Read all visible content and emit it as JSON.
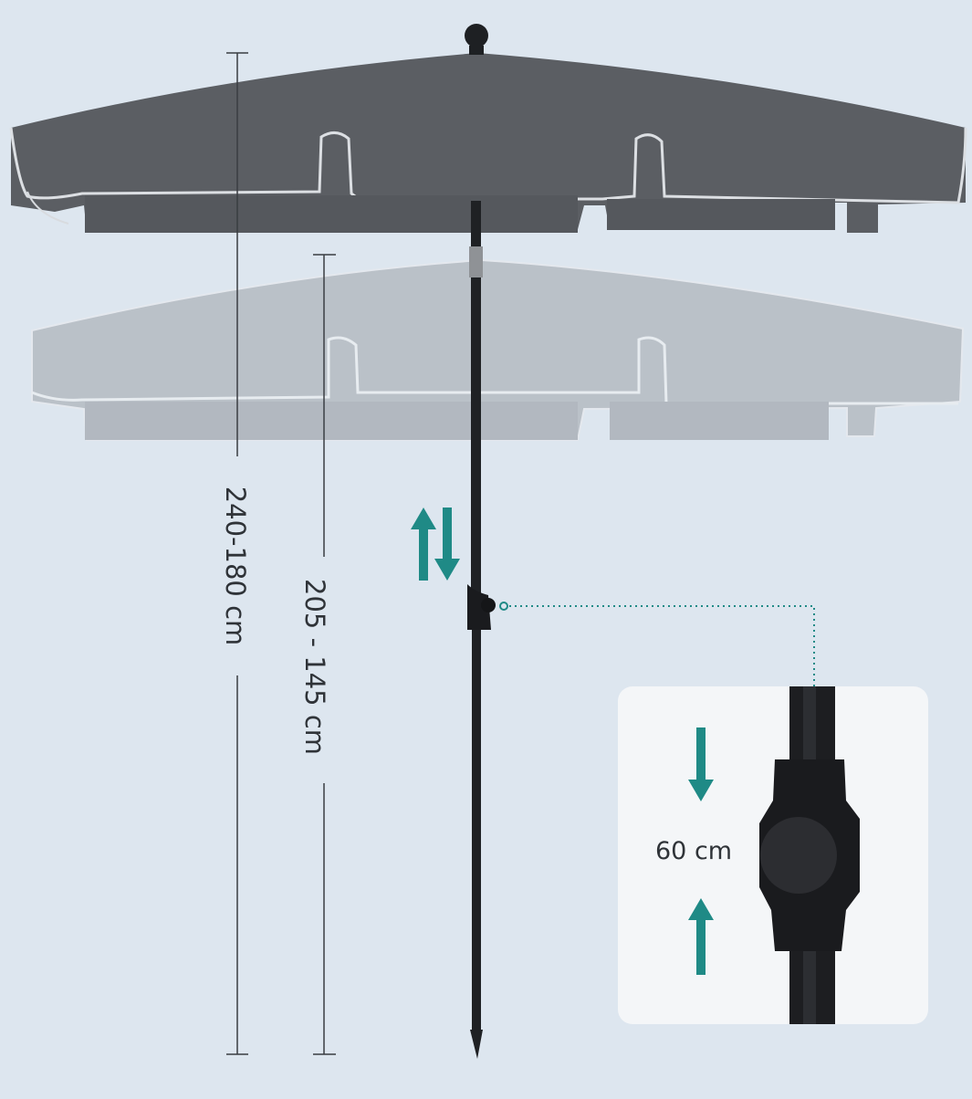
{
  "dimensions": {
    "outer_height_range": "240-180 cm",
    "inner_height_range": "205 - 145 cm"
  },
  "inset": {
    "tilt_distance": "60 cm"
  },
  "colors": {
    "background": "#dde6ef",
    "canopy": "#595c61",
    "canopy_faded": "#b6bcc3",
    "pole": "#1f2124",
    "accent_teal": "#1f8a86",
    "dimension_line": "#3a3d42"
  },
  "icons": [
    "up-down-arrows-icon",
    "arrow-down-icon",
    "arrow-up-icon"
  ]
}
